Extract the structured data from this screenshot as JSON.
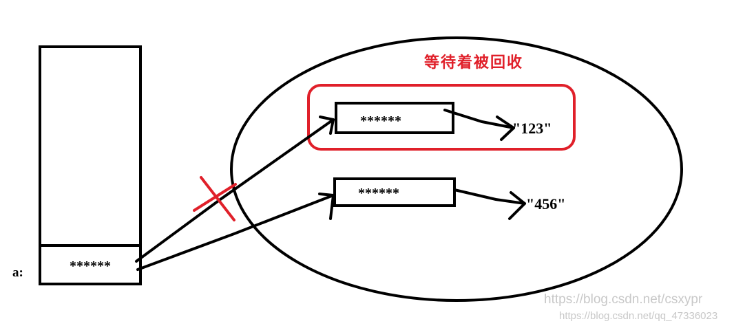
{
  "stack": {
    "variable_label": "a:",
    "cell_value": "******"
  },
  "heap": {
    "title": "等待着被回收",
    "objects": [
      {
        "pointer_text": "******",
        "value": "\"123\"",
        "awaiting_gc": true
      },
      {
        "pointer_text": "******",
        "value": "\"456\"",
        "awaiting_gc": false
      }
    ]
  },
  "watermark": {
    "line1": "https://blog.csdn.net/csxypr",
    "line2": "https://blog.csdn.net/qq_47336023"
  },
  "colors": {
    "stroke": "#000000",
    "highlight": "#e0202a",
    "watermark": "#c8c8c8"
  }
}
